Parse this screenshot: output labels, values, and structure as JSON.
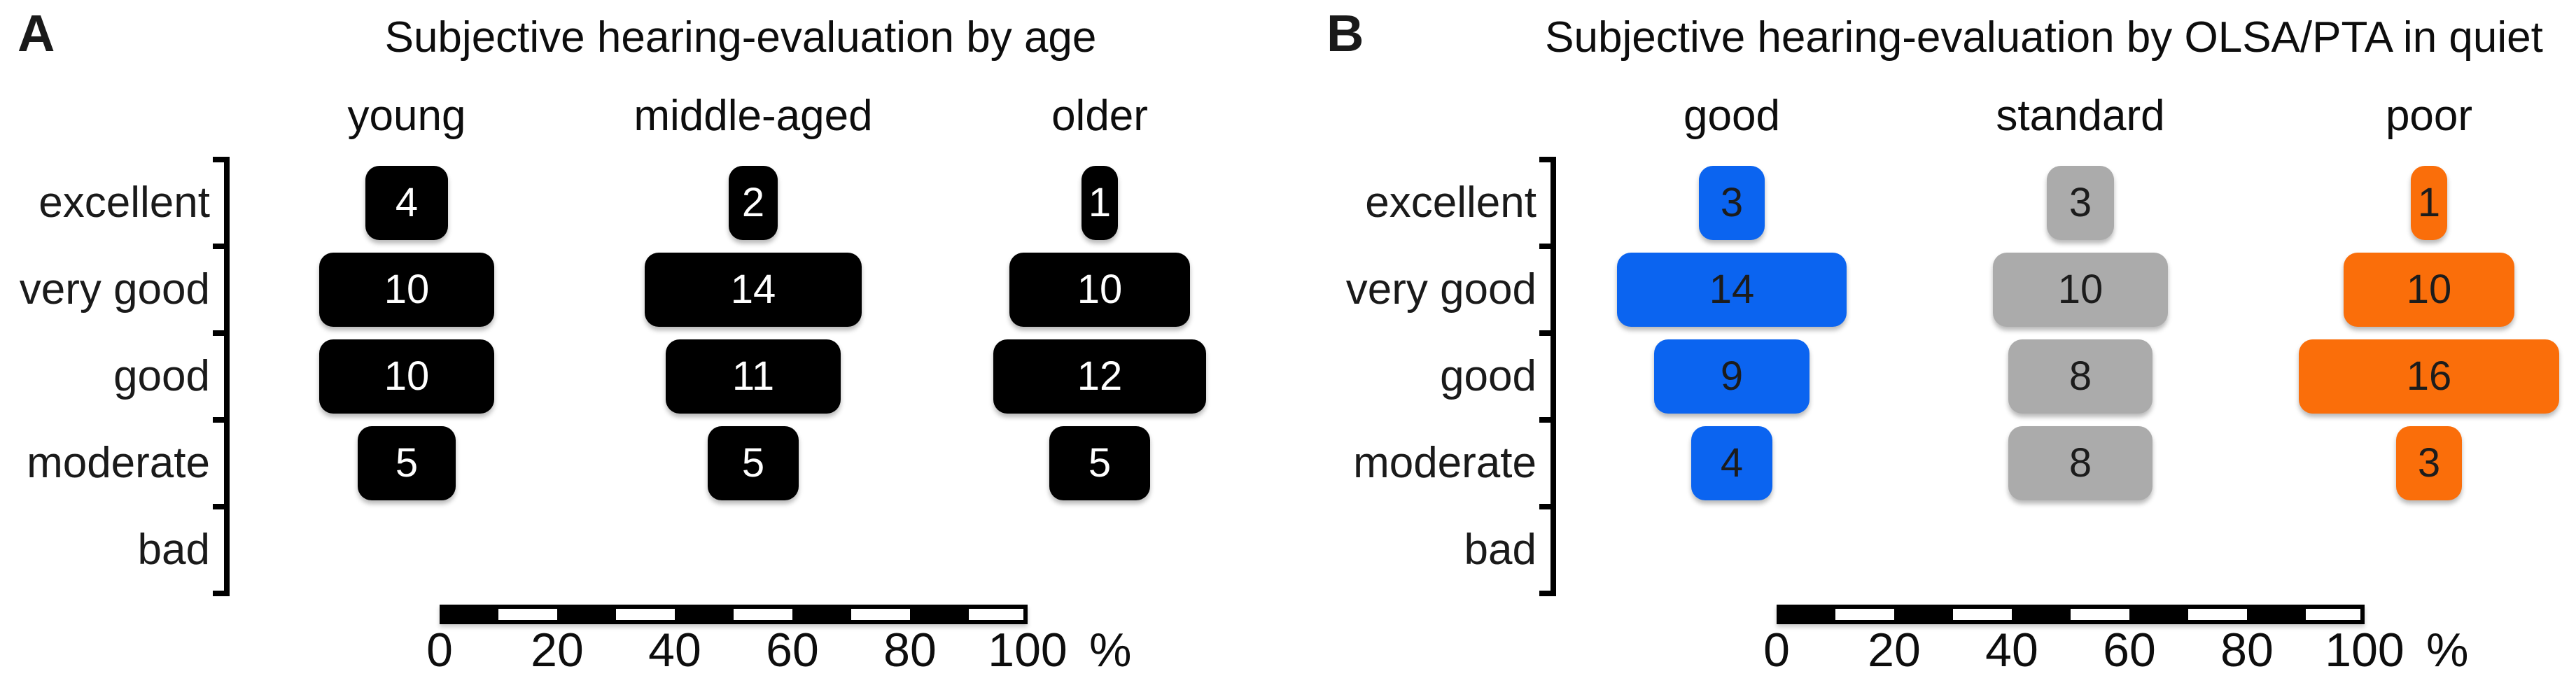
{
  "chart_data": [
    {
      "type": "bar",
      "orientation": "horizontal-centered-mosaic",
      "panel_label": "A",
      "title": "Subjective hearing-evaluation by age",
      "categories": [
        "excellent",
        "very good",
        "good",
        "moderate",
        "bad"
      ],
      "series": [
        {
          "name": "young",
          "values": [
            4,
            10,
            10,
            5,
            0
          ],
          "color": "#000000",
          "number_color": "#ffffff"
        },
        {
          "name": "middle-aged",
          "values": [
            2,
            14,
            11,
            5,
            0
          ],
          "color": "#000000",
          "number_color": "#ffffff"
        },
        {
          "name": "older",
          "values": [
            1,
            10,
            12,
            5,
            0
          ],
          "color": "#000000",
          "number_color": "#ffffff"
        }
      ],
      "value_encoding": "box width = count as percent of column total; label inside box = count",
      "axis": {
        "ticks": [
          "0",
          "20",
          "40",
          "60",
          "80",
          "100"
        ],
        "unit": "%",
        "range": [
          0,
          100
        ]
      },
      "grid": false,
      "legend": false
    },
    {
      "type": "bar",
      "orientation": "horizontal-centered-mosaic",
      "panel_label": "B",
      "title": "Subjective hearing-evaluation by OLSA/PTA in quiet",
      "categories": [
        "excellent",
        "very good",
        "good",
        "moderate",
        "bad"
      ],
      "series": [
        {
          "name": "good",
          "values": [
            3,
            14,
            9,
            4,
            0
          ],
          "color": "#0b64f0",
          "number_color": "#1c1c1c"
        },
        {
          "name": "standard",
          "values": [
            3,
            10,
            8,
            8,
            0
          ],
          "color": "#ababab",
          "number_color": "#1c1c1c"
        },
        {
          "name": "poor",
          "values": [
            1,
            10,
            16,
            3,
            0
          ],
          "color": "#fa6e0a",
          "number_color": "#1c1c1c"
        }
      ],
      "value_encoding": "box width = count as percent of column total; label inside box = count",
      "axis": {
        "ticks": [
          "0",
          "20",
          "40",
          "60",
          "80",
          "100"
        ],
        "unit": "%",
        "range": [
          0,
          100
        ]
      },
      "grid": false,
      "legend": false
    }
  ]
}
